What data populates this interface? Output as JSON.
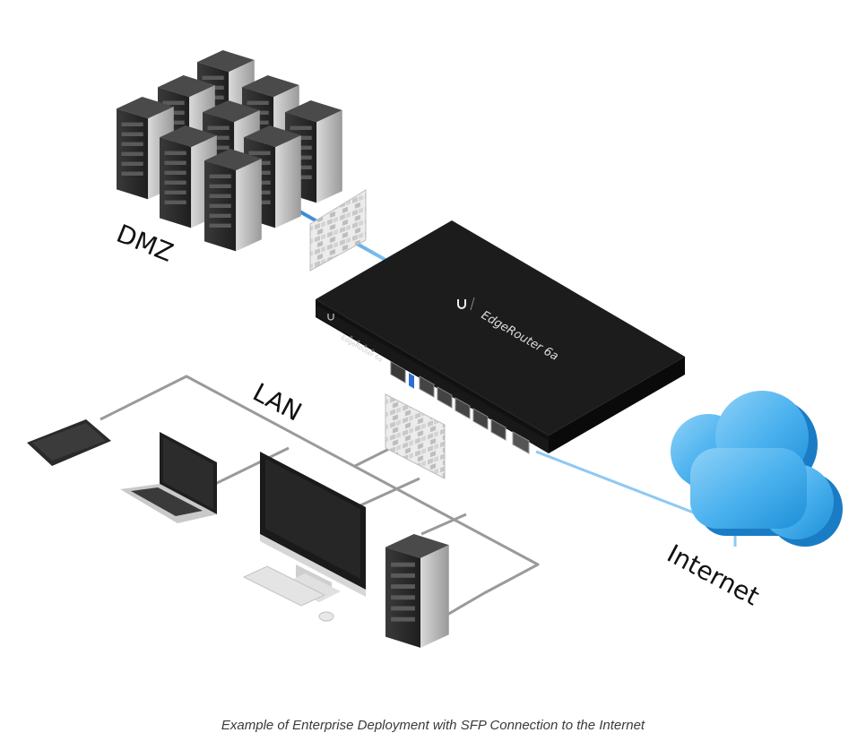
{
  "diagram": {
    "zones": {
      "dmz": "DMZ",
      "lan": "LAN",
      "internet": "Internet"
    },
    "router": {
      "model_top": "EdgeRouter 6a",
      "model_front": "EdgeRouter 6a",
      "brand_icon": "ubiquiti-u-logo-icon"
    },
    "devices": [
      "tablet",
      "laptop",
      "desktop-monitor",
      "keyboard",
      "mouse",
      "server-tower"
    ],
    "icons": [
      "firewall-icon",
      "cloud-icon",
      "server-rack-icon"
    ],
    "colors": {
      "link_blue": "#4aa3e6",
      "link_gray": "#9a9a9a",
      "cloud": "#4db3ef",
      "router_body": "#1c1c1c"
    }
  },
  "caption": "Example of Enterprise Deployment with SFP Connection to the Internet"
}
